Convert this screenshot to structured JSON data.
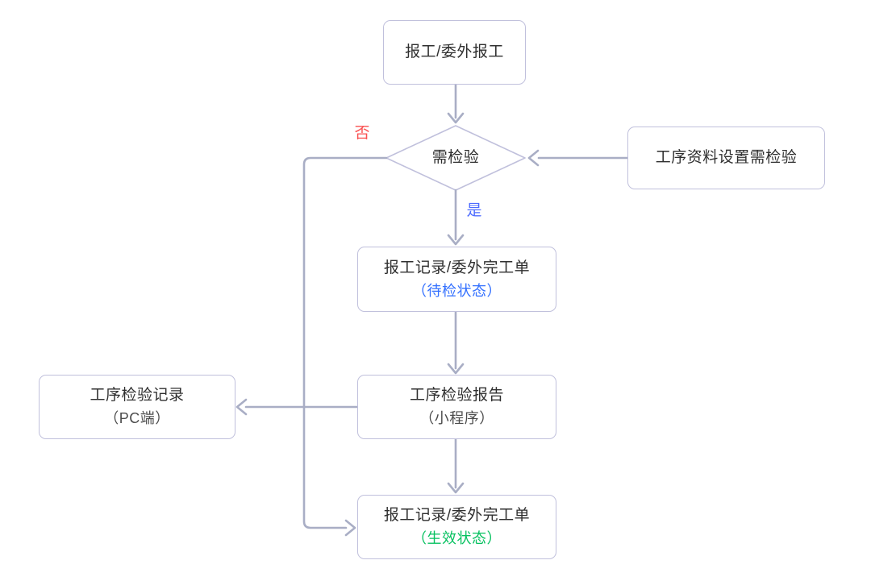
{
  "diagram": {
    "nodes": {
      "report_work": {
        "label": "报工/委外报工"
      },
      "need_inspection": {
        "label": "需检验"
      },
      "process_setting": {
        "label": "工序资料设置需检验"
      },
      "pending_record": {
        "line1": "报工记录/委外完工单",
        "line2": "（待检状态）"
      },
      "inspection_report": {
        "line1": "工序检验报告",
        "line2": "（小程序）"
      },
      "inspection_record": {
        "line1": "工序检验记录",
        "line2": "（PC端）"
      },
      "effective_record": {
        "line1": "报工记录/委外完工单",
        "line2": "（生效状态）"
      }
    },
    "edge_labels": {
      "no": "否",
      "yes": "是"
    },
    "colors": {
      "node_border": "#c0c0dc",
      "connector": "#a9aec5",
      "text_primary": "#2f2f2f",
      "text_secondary": "#4c4c4c",
      "label_no": "#fa5151",
      "label_yes": "#4d6bff",
      "status_pending": "#3370ff",
      "status_effective": "#07c160"
    }
  }
}
